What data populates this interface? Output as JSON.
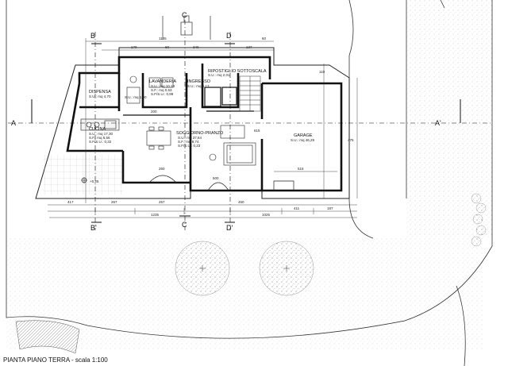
{
  "caption": "PIANTA PIANO TERRA - scala 1:100",
  "sections": {
    "a_left": "A",
    "a_right": "A'",
    "b_top": "B",
    "b_bottom": "B'",
    "c_top": "C",
    "c_bottom": "C",
    "d_top": "D",
    "d_bottom": "D'"
  },
  "rooms": {
    "lavanderia": {
      "name": "LAVANDERIA",
      "su": "S.U.: mq 10,13",
      "sf": "S.F.: mq 0,53",
      "sfsu": "S.F/S.U.: 0,99"
    },
    "dispensa": {
      "name": "DISPENSA",
      "su": "S.U.: mq 4,70"
    },
    "ingresso": {
      "name": "INGRESSO",
      "su": "S.U.: mq 4,17"
    },
    "ripostiglio": {
      "name": "RIPOSTIGLIO SOTTOSCALA",
      "su": "S.U.: mq 2,01"
    },
    "wc": {
      "su": "S.U.: mq 1,90"
    },
    "cucina": {
      "name": "CUCINA",
      "su": "S.U.: mq 17,30",
      "sf": "S.F.: mq 5,56",
      "sfsu": "S.F/S.U.: 0,32"
    },
    "soggiorno": {
      "name": "SOGGIORNO-PRANZO",
      "su": "S.U.: mq 37,64",
      "sf": "S.F.: mq 8,74",
      "sfsu": "S.F/S.U.: 0,23"
    },
    "garage": {
      "name": "GARAGE",
      "su": "S.U.: mq 46,29"
    }
  },
  "elevation": "+0,25",
  "dimensions": {
    "top_row1": [
      "170",
      "60",
      "340",
      "137"
    ],
    "top_row2": [
      "1105",
      "60"
    ],
    "right": [
      "475",
      "110"
    ],
    "bottom_row1": [
      "417",
      "267",
      "257",
      "450",
      "411",
      "187"
    ],
    "bottom_row2": [
      "1235",
      "1025"
    ],
    "interior": [
      "500",
      "515",
      "260",
      "200",
      "615"
    ]
  }
}
